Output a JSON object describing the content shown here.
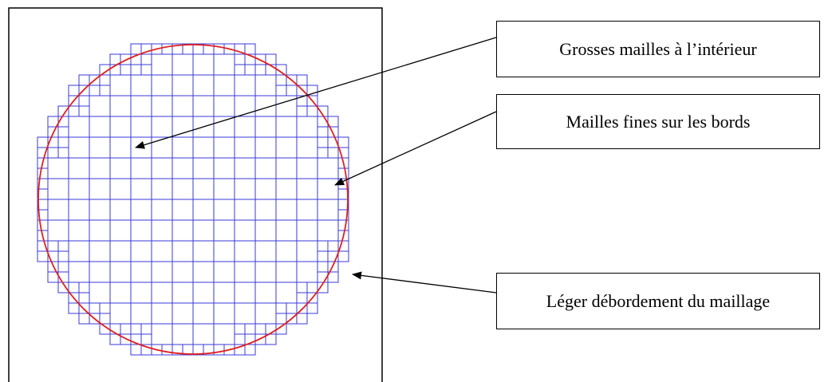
{
  "callouts": [
    {
      "text": "Grosses mailles à l’intérieur"
    },
    {
      "text": "Mailles fines sur les bords"
    },
    {
      "text": "Léger débordement du maillage"
    }
  ],
  "colors": {
    "mesh": "#3a3ad8",
    "circle": "#e02020",
    "frame": "#000000",
    "arrow": "#000000"
  }
}
